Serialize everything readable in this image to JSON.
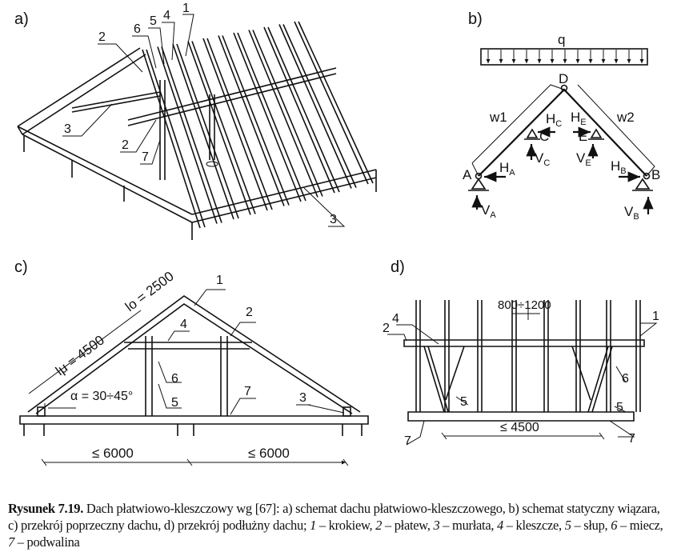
{
  "panels": {
    "a": {
      "label": "a)",
      "callouts": [
        "1",
        "2",
        "3",
        "4",
        "5",
        "6",
        "7",
        "2",
        "3"
      ]
    },
    "b": {
      "label": "b)",
      "load": "q",
      "nodes": [
        "A",
        "B",
        "C",
        "D",
        "E"
      ],
      "wind": [
        "w1",
        "w2"
      ],
      "reactions": {
        "HA": "H",
        "HA_sub": "A",
        "VA": "V",
        "VA_sub": "A",
        "HB": "H",
        "HB_sub": "B",
        "VB": "V",
        "VB_sub": "B",
        "HC": "H",
        "HC_sub": "C",
        "VC": "V",
        "VC_sub": "C",
        "HE": "H",
        "HE_sub": "E",
        "VE": "V",
        "VE_sub": "E"
      }
    },
    "c": {
      "label": "c)",
      "lu": "lμ = 4500",
      "lo": "lo = 2500",
      "alpha": "α = 30÷45°",
      "span1": "≤ 6000",
      "span2": "≤ 6000",
      "callouts": [
        "1",
        "2",
        "3",
        "4",
        "5",
        "6",
        "7"
      ]
    },
    "d": {
      "label": "d)",
      "spacing": "800÷1200",
      "span": "≤ 4500",
      "callouts": [
        "1",
        "2",
        "4",
        "5",
        "5",
        "6",
        "7",
        "7"
      ]
    }
  },
  "caption": {
    "title": "Rysunek 7.19.",
    "text": " Dach płatwiowo-kleszczowy wg [67]: a) schemat dachu płatwiowo-kleszczowego, b) schemat statyczny wiązara, c) przekrój poprzeczny dachu, d) przekrój podłużny dachu; ",
    "legend": [
      {
        "num": "1",
        "name": "krokiew"
      },
      {
        "num": "2",
        "name": "płatew"
      },
      {
        "num": "3",
        "name": "murłata"
      },
      {
        "num": "4",
        "name": "kleszcze"
      },
      {
        "num": "5",
        "name": "słup"
      },
      {
        "num": "6",
        "name": "miecz"
      },
      {
        "num": "7",
        "name": "podwalina"
      }
    ]
  }
}
